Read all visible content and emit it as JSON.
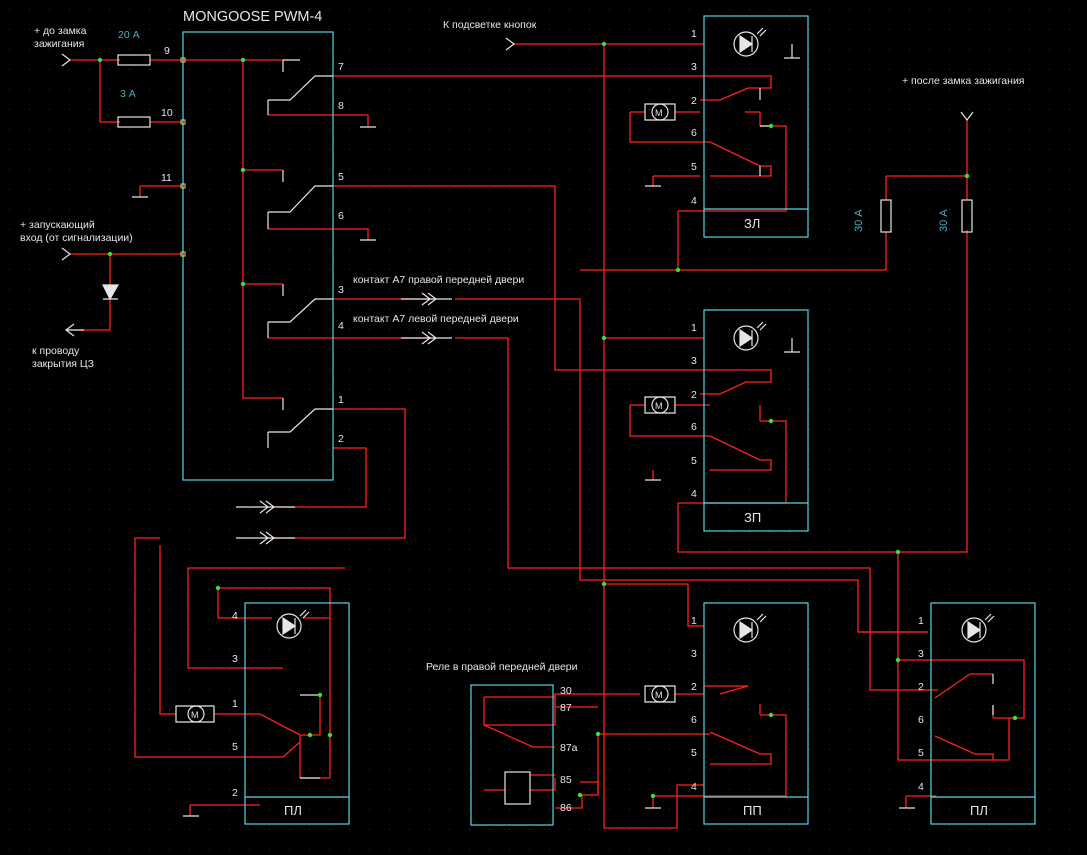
{
  "title": "MONGOOSE PWM-4",
  "colors": {
    "background": "#000000",
    "wire": "#ff2020",
    "box": "#55d6e0",
    "symbol": "#e6e6e6",
    "node": "#39e03a",
    "fuse_label": "#47b0b8"
  },
  "labels": {
    "ignition_in": "+ до замка",
    "ignition_in2": "зажигания",
    "fuse_20": "20 А",
    "fuse_3": "3 А",
    "trigger_in": "+ запускающий",
    "trigger_in2": "вход (от сигнализации)",
    "lock_wire": "к проводу",
    "lock_wire2": "закрытия ЦЗ",
    "backlight": "К подсветке кнопок",
    "after_ignition": "+ после замка зажигания",
    "fuse_30_a": "30 А",
    "fuse_30_b": "30 А",
    "contact_right": "контакт А7 правой передней двери",
    "contact_left": "контакт А7 левой передней двери",
    "relay_caption": "Реле в правой передней двери"
  },
  "module_pins": [
    "9",
    "10",
    "11",
    "7",
    "8",
    "5",
    "6",
    "3",
    "4",
    "1",
    "2"
  ],
  "relay_pins": [
    "30",
    "87",
    "87a",
    "85",
    "86"
  ],
  "motor_glyph": "M",
  "door_units": [
    {
      "name": "ЗЛ",
      "pins": [
        "1",
        "3",
        "2",
        "6",
        "5",
        "4"
      ]
    },
    {
      "name": "ЗП",
      "pins": [
        "1",
        "3",
        "2",
        "6",
        "5",
        "4"
      ]
    },
    {
      "name": "ПП",
      "pins": [
        "1",
        "3",
        "2",
        "6",
        "5",
        "4"
      ]
    },
    {
      "name": "ПЛ",
      "pins": [
        "1",
        "3",
        "2",
        "6",
        "5",
        "4"
      ]
    },
    {
      "name": "ПЛ",
      "pins": [
        "4",
        "3",
        "1",
        "5",
        "2"
      ]
    }
  ]
}
